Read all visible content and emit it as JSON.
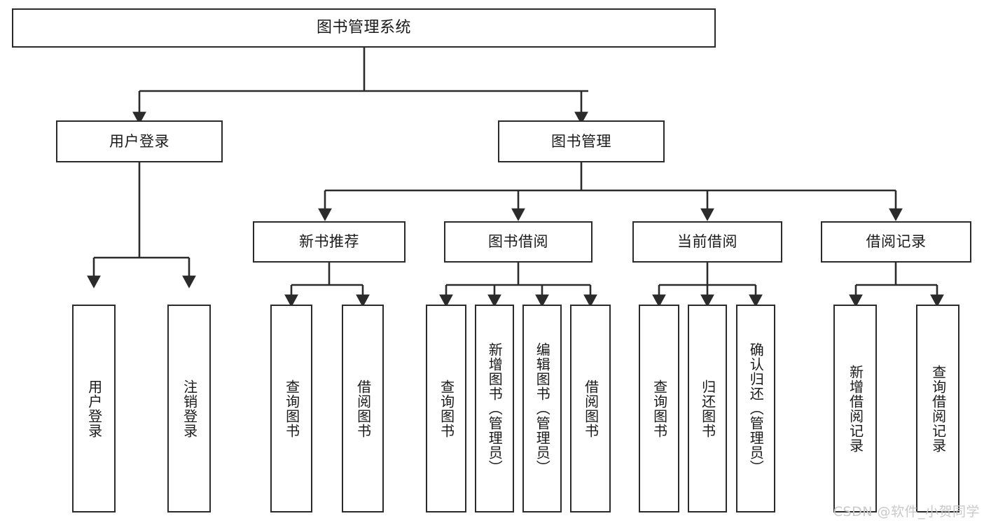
{
  "diagram": {
    "title": "图书管理系统",
    "root": {
      "label": "图书管理系统"
    },
    "level2": [
      {
        "label": "用户登录"
      },
      {
        "label": "图书管理"
      }
    ],
    "level3": [
      {
        "label": "新书推荐"
      },
      {
        "label": "图书借阅"
      },
      {
        "label": "当前借阅"
      },
      {
        "label": "借阅记录"
      }
    ],
    "leaves": [
      {
        "label": "用户登录",
        "parent": "用户登录"
      },
      {
        "label": "注销登录",
        "parent": "用户登录"
      },
      {
        "label": "查询图书",
        "parent": "新书推荐"
      },
      {
        "label": "借阅图书",
        "parent": "新书推荐"
      },
      {
        "label": "查询图书",
        "parent": "图书借阅"
      },
      {
        "label": "新增图书（管理员）",
        "parent": "图书借阅"
      },
      {
        "label": "编辑图书（管理员）",
        "parent": "图书借阅"
      },
      {
        "label": "借阅图书",
        "parent": "图书借阅"
      },
      {
        "label": "查询图书",
        "parent": "当前借阅"
      },
      {
        "label": "归还图书",
        "parent": "当前借阅"
      },
      {
        "label": "确认归还（管理员）",
        "parent": "当前借阅"
      },
      {
        "label": "新增借阅记录",
        "parent": "借阅记录"
      },
      {
        "label": "查询借阅记录",
        "parent": "借阅记录"
      }
    ],
    "colors": {
      "box_border": "#2b2b2b",
      "box_fill": "#ffffff",
      "connector": "#2b2b2b",
      "text": "#1a1a1a",
      "watermark": "#c9c9c9"
    }
  },
  "watermark": {
    "text": "CSDN @软件_小贺同学"
  }
}
